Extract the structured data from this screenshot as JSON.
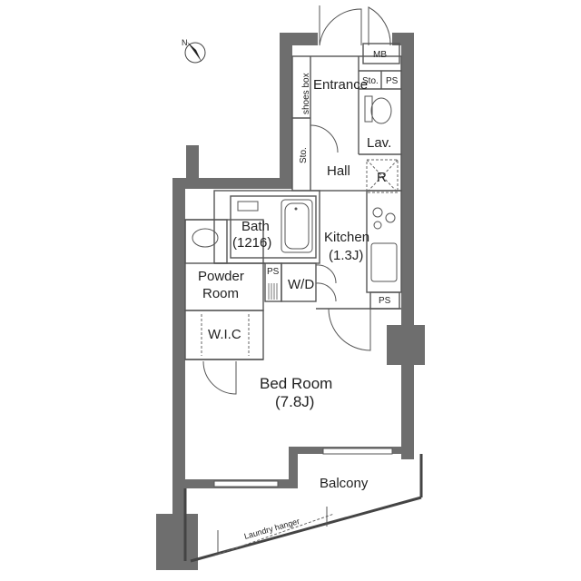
{
  "compass": {
    "north_label": "N",
    "icon": "compass-icon"
  },
  "rooms": {
    "entrance": "Entrance",
    "shoes_box": "shoes box",
    "sto_upper": "Sto.",
    "ps_upper": "PS",
    "mb": "MB",
    "lav": "Lav.",
    "sto_left": "Sto.",
    "hall": "Hall",
    "refrigerator": "R",
    "bath": "Bath",
    "bath_size": "(1216)",
    "kitchen": "Kitchen",
    "kitchen_size": "(1.3J)",
    "ps_mid": "PS",
    "wd": "W/D",
    "ps_right": "PS",
    "powder": "Powder",
    "powder_room": "Room",
    "wic": "W.I.C",
    "bedroom": "Bed Room",
    "bedroom_size": "(7.8J)",
    "balcony": "Balcony",
    "laundry_hanger": "Laundry hanger"
  }
}
